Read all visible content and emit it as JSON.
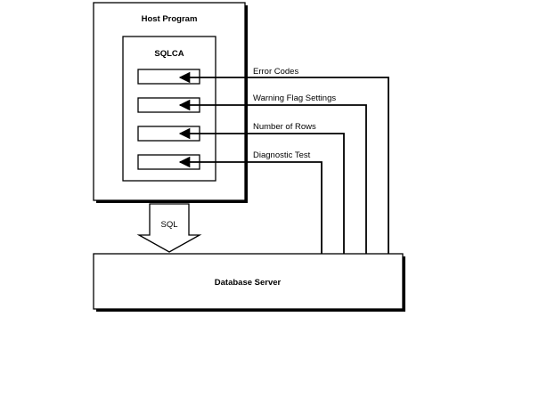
{
  "diagram": {
    "host_program": {
      "title": "Host Program"
    },
    "sqlca": {
      "title": "SQLCA",
      "fields": [
        {
          "label": "Error Codes"
        },
        {
          "label": "Warning Flag Settings"
        },
        {
          "label": "Number of Rows"
        },
        {
          "label": "Diagnostic Test"
        }
      ]
    },
    "sql_arrow": {
      "label": "SQL"
    },
    "database_server": {
      "title": "Database Server"
    }
  }
}
